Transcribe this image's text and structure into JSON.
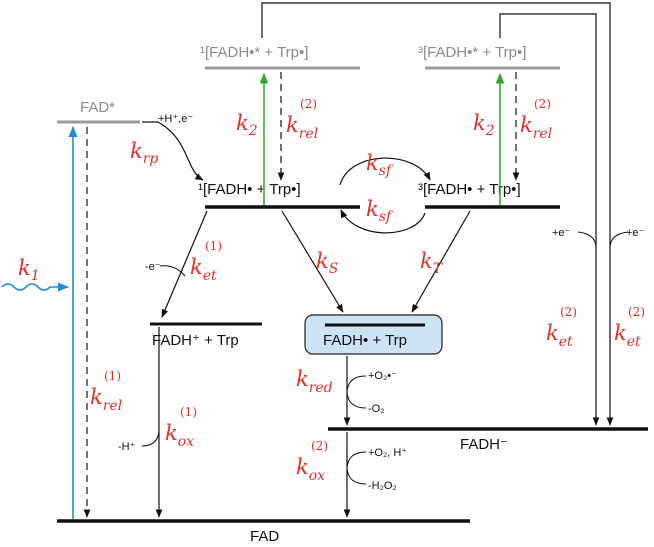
{
  "levels": {
    "fad_star": "FAD*",
    "singlet_excited": "¹[FADH•* + Trp•]",
    "triplet_excited": "³[FADH•* + Trp•]",
    "singlet_rp": "¹[FADH• + Trp•]",
    "triplet_rp": "³[FADH• + Trp•]",
    "fadh_plus": "FADH⁺ + Trp",
    "fadh_rad": "FADH• + Trp",
    "fadh_minus": "FADH⁻",
    "fad": "FAD"
  },
  "rates": {
    "k": "k",
    "k1_sub": "1",
    "k2_sub": "2",
    "rp_sub": "rp",
    "sf_sub": "sf",
    "s_sub": "S",
    "t_sub": "T",
    "et_sub": "et",
    "rel_sub": "rel",
    "ox_sub": "ox",
    "red_sub": "red",
    "sup1": "(1)",
    "sup2": "(2)"
  },
  "reagents": {
    "h_e": "+H⁺,e⁻",
    "minus_e": "-e⁻",
    "plus_e_1": "+e⁻",
    "plus_e_2": "+e⁻",
    "plus_o2_rad": "+O₂•⁻",
    "minus_o2": "-O₂",
    "minus_h": "-H⁺",
    "plus_o2_h": "+O₂, H⁺",
    "minus_h2o2": "-H₂O₂"
  },
  "colors": {
    "black": "#111111",
    "gray": "#9a9a9a",
    "green": "#2aa52a",
    "blue": "#1e8ed8",
    "red": "#e0302a",
    "box_fill": "#cfe3f6",
    "box_stroke": "#222222"
  }
}
